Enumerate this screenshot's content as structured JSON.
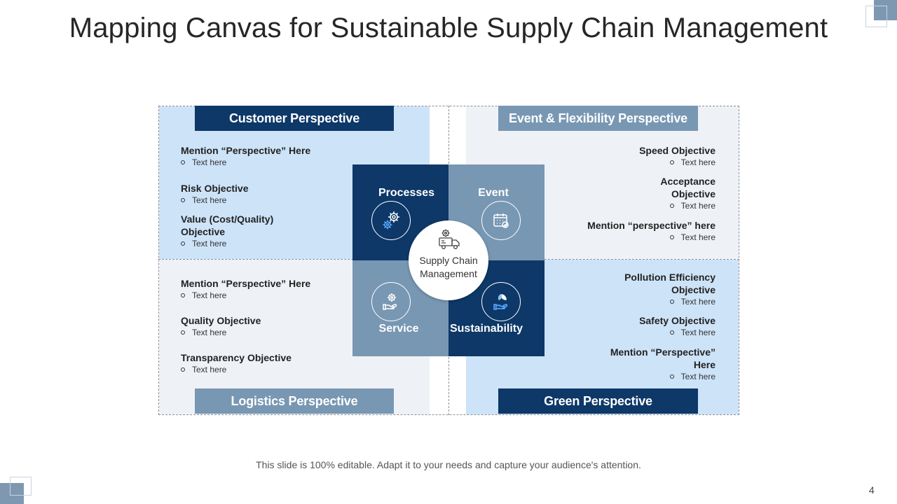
{
  "slide": {
    "title": "Mapping Canvas for Sustainable Supply Chain Management",
    "footer": "This slide is 100% editable. Adapt it to your needs and capture your audience's attention.",
    "page_number": "4"
  },
  "colors": {
    "navy": "#0d3868",
    "steel_blue": "#7897b3",
    "light_blue": "#cde3f8",
    "light_gray": "#eef2f7"
  },
  "quadrants": {
    "customer": {
      "header": "Customer Perspective",
      "items": [
        {
          "title": "Mention “Perspective” Here",
          "bullet": "Text here"
        },
        {
          "title": "Risk Objective",
          "bullet": "Text here"
        },
        {
          "title": "Value (Cost/Quality) Objective",
          "bullet": "Text here"
        }
      ]
    },
    "event_flexibility": {
      "header": "Event & Flexibility Perspective",
      "items": [
        {
          "title": "Speed Objective",
          "bullet": "Text here"
        },
        {
          "title": "Acceptance Objective",
          "bullet": "Text here"
        },
        {
          "title": "Mention “perspective” here",
          "bullet": "Text here"
        }
      ]
    },
    "logistics": {
      "header": "Logistics Perspective",
      "items": [
        {
          "title": "Mention “Perspective” Here",
          "bullet": "Text here"
        },
        {
          "title": "Quality Objective",
          "bullet": "Text here"
        },
        {
          "title": "Transparency Objective",
          "bullet": "Text here"
        }
      ]
    },
    "green": {
      "header": "Green Perspective",
      "items": [
        {
          "title": "Pollution Efficiency Objective",
          "bullet": "Text here"
        },
        {
          "title": "Safety Objective",
          "bullet": "Text here"
        },
        {
          "title": "Mention “Perspective” Here",
          "bullet": "Text here"
        }
      ]
    }
  },
  "center": {
    "label": "Supply Chain Management",
    "icon": "truck-gear-icon",
    "segments": [
      {
        "label": "Processes",
        "icon": "gears-icon"
      },
      {
        "label": "Event",
        "icon": "calendar-check-icon"
      },
      {
        "label": "Service",
        "icon": "hand-gear-icon"
      },
      {
        "label": "Sustainability",
        "icon": "hand-leaf-icon"
      }
    ]
  }
}
